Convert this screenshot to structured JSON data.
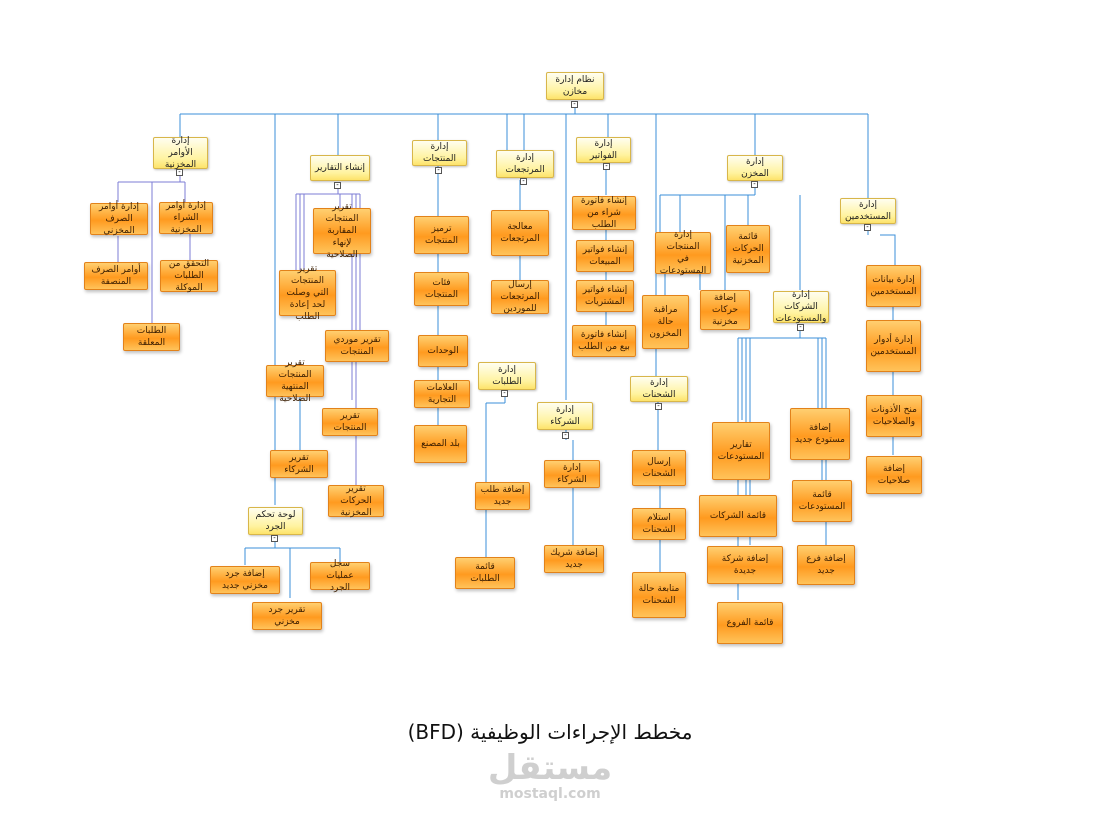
{
  "diagram": {
    "root": "نظام إدارة مخازن",
    "branches": {
      "orders": {
        "title": "إدارة الأوامر المخزنية",
        "items": [
          "إدارة أوامر الصرف المخزني",
          "إدارة أوامر الشراء المخزنية",
          "أوامر الصرف المنصفة",
          "التحقق من الطلبات الموكلة",
          "الطلبات المعلقة"
        ]
      },
      "reports": {
        "title": "إنشاء التقارير",
        "items": [
          "تقرير المنتجات المقاربة لإنهاء الصلاحية",
          "تقرير المنتجات التي وصلت لحد إعادة الطلب",
          "تقرير موردي المنتجات",
          "تقرير المنتجات المنتهية الصلاحية",
          "تقرير المنتجات",
          "تقرير الشركاء",
          "تقرير الحركات المخزنية"
        ]
      },
      "inventory": {
        "title": "لوحة تحكم الجرد",
        "items": [
          "إضافة جرد مخزني جديد",
          "سجل عمليات الجرد",
          "تقرير جرد مخزني"
        ]
      },
      "products": {
        "title": "إدارة المنتجات",
        "items": [
          "ترميز المنتجات",
          "فئات المنتجات",
          "الوحدات",
          "العلامات التجارية",
          "بلد المصنع"
        ]
      },
      "returns": {
        "title": "إدارة المرتجعات",
        "items": [
          "معالجة المرتجعات",
          "إرسال المرتجعات للموردين"
        ]
      },
      "requests": {
        "title": "إدارة الطلبات",
        "items": [
          "إضافة طلب جديد",
          "قائمة الطلبات"
        ]
      },
      "invoices": {
        "title": "إدارة الفواتير",
        "items": [
          "إنشاء فاتورة شراء من الطلب",
          "إنشاء فواتير المبيعات",
          "إنشاء فواتير المشتريات",
          "إنشاء فاتورة بيع من الطلب"
        ]
      },
      "partners": {
        "title": "إدارة الشركاء",
        "items": [
          "إدارة الشركاء",
          "إضافة شريك جديد"
        ]
      },
      "warehouse": {
        "title": "إدارة المخزن",
        "items": [
          "إدارة المنتجات في المستودعات",
          "قائمة الحركات المخزنية",
          "مراقبة حالة المخزون",
          "إضافة حركات مخزنية"
        ]
      },
      "shipping": {
        "title": "إدارة الشحنات",
        "items": [
          "إرسال الشحنات",
          "استلام الشحنات",
          "متابعة حالة الشحنات"
        ]
      },
      "companies": {
        "title": "إدارة الشركات والمستودعات",
        "items": [
          "تقارير المستودعات",
          "قائمة الشركات",
          "إضافة شركة جديدة",
          "قائمة الفروع",
          "إضافة مستودع جديد",
          "قائمة المستودعات",
          "إضافة فرع جديد"
        ]
      },
      "users": {
        "title": "إدارة المستخدمين",
        "items": [
          "إدارة بيانات المستخدمين",
          "إدارة أدوار المستخدمين",
          "منح الأذونات والصلاحيات",
          "إضافة صلاحيات"
        ]
      }
    },
    "caption": "مخطط الإجراءات الوظيفية (BFD)",
    "toggle_symbol": "-"
  },
  "watermark": {
    "arabic": "مستقل",
    "latin": "mostaql.com"
  },
  "colors": {
    "connector": "#3b8fd8",
    "connector_purple": "#7c7cd6",
    "yellow_fill": "#fff3a0",
    "orange_fill": "#ff9a1f"
  }
}
